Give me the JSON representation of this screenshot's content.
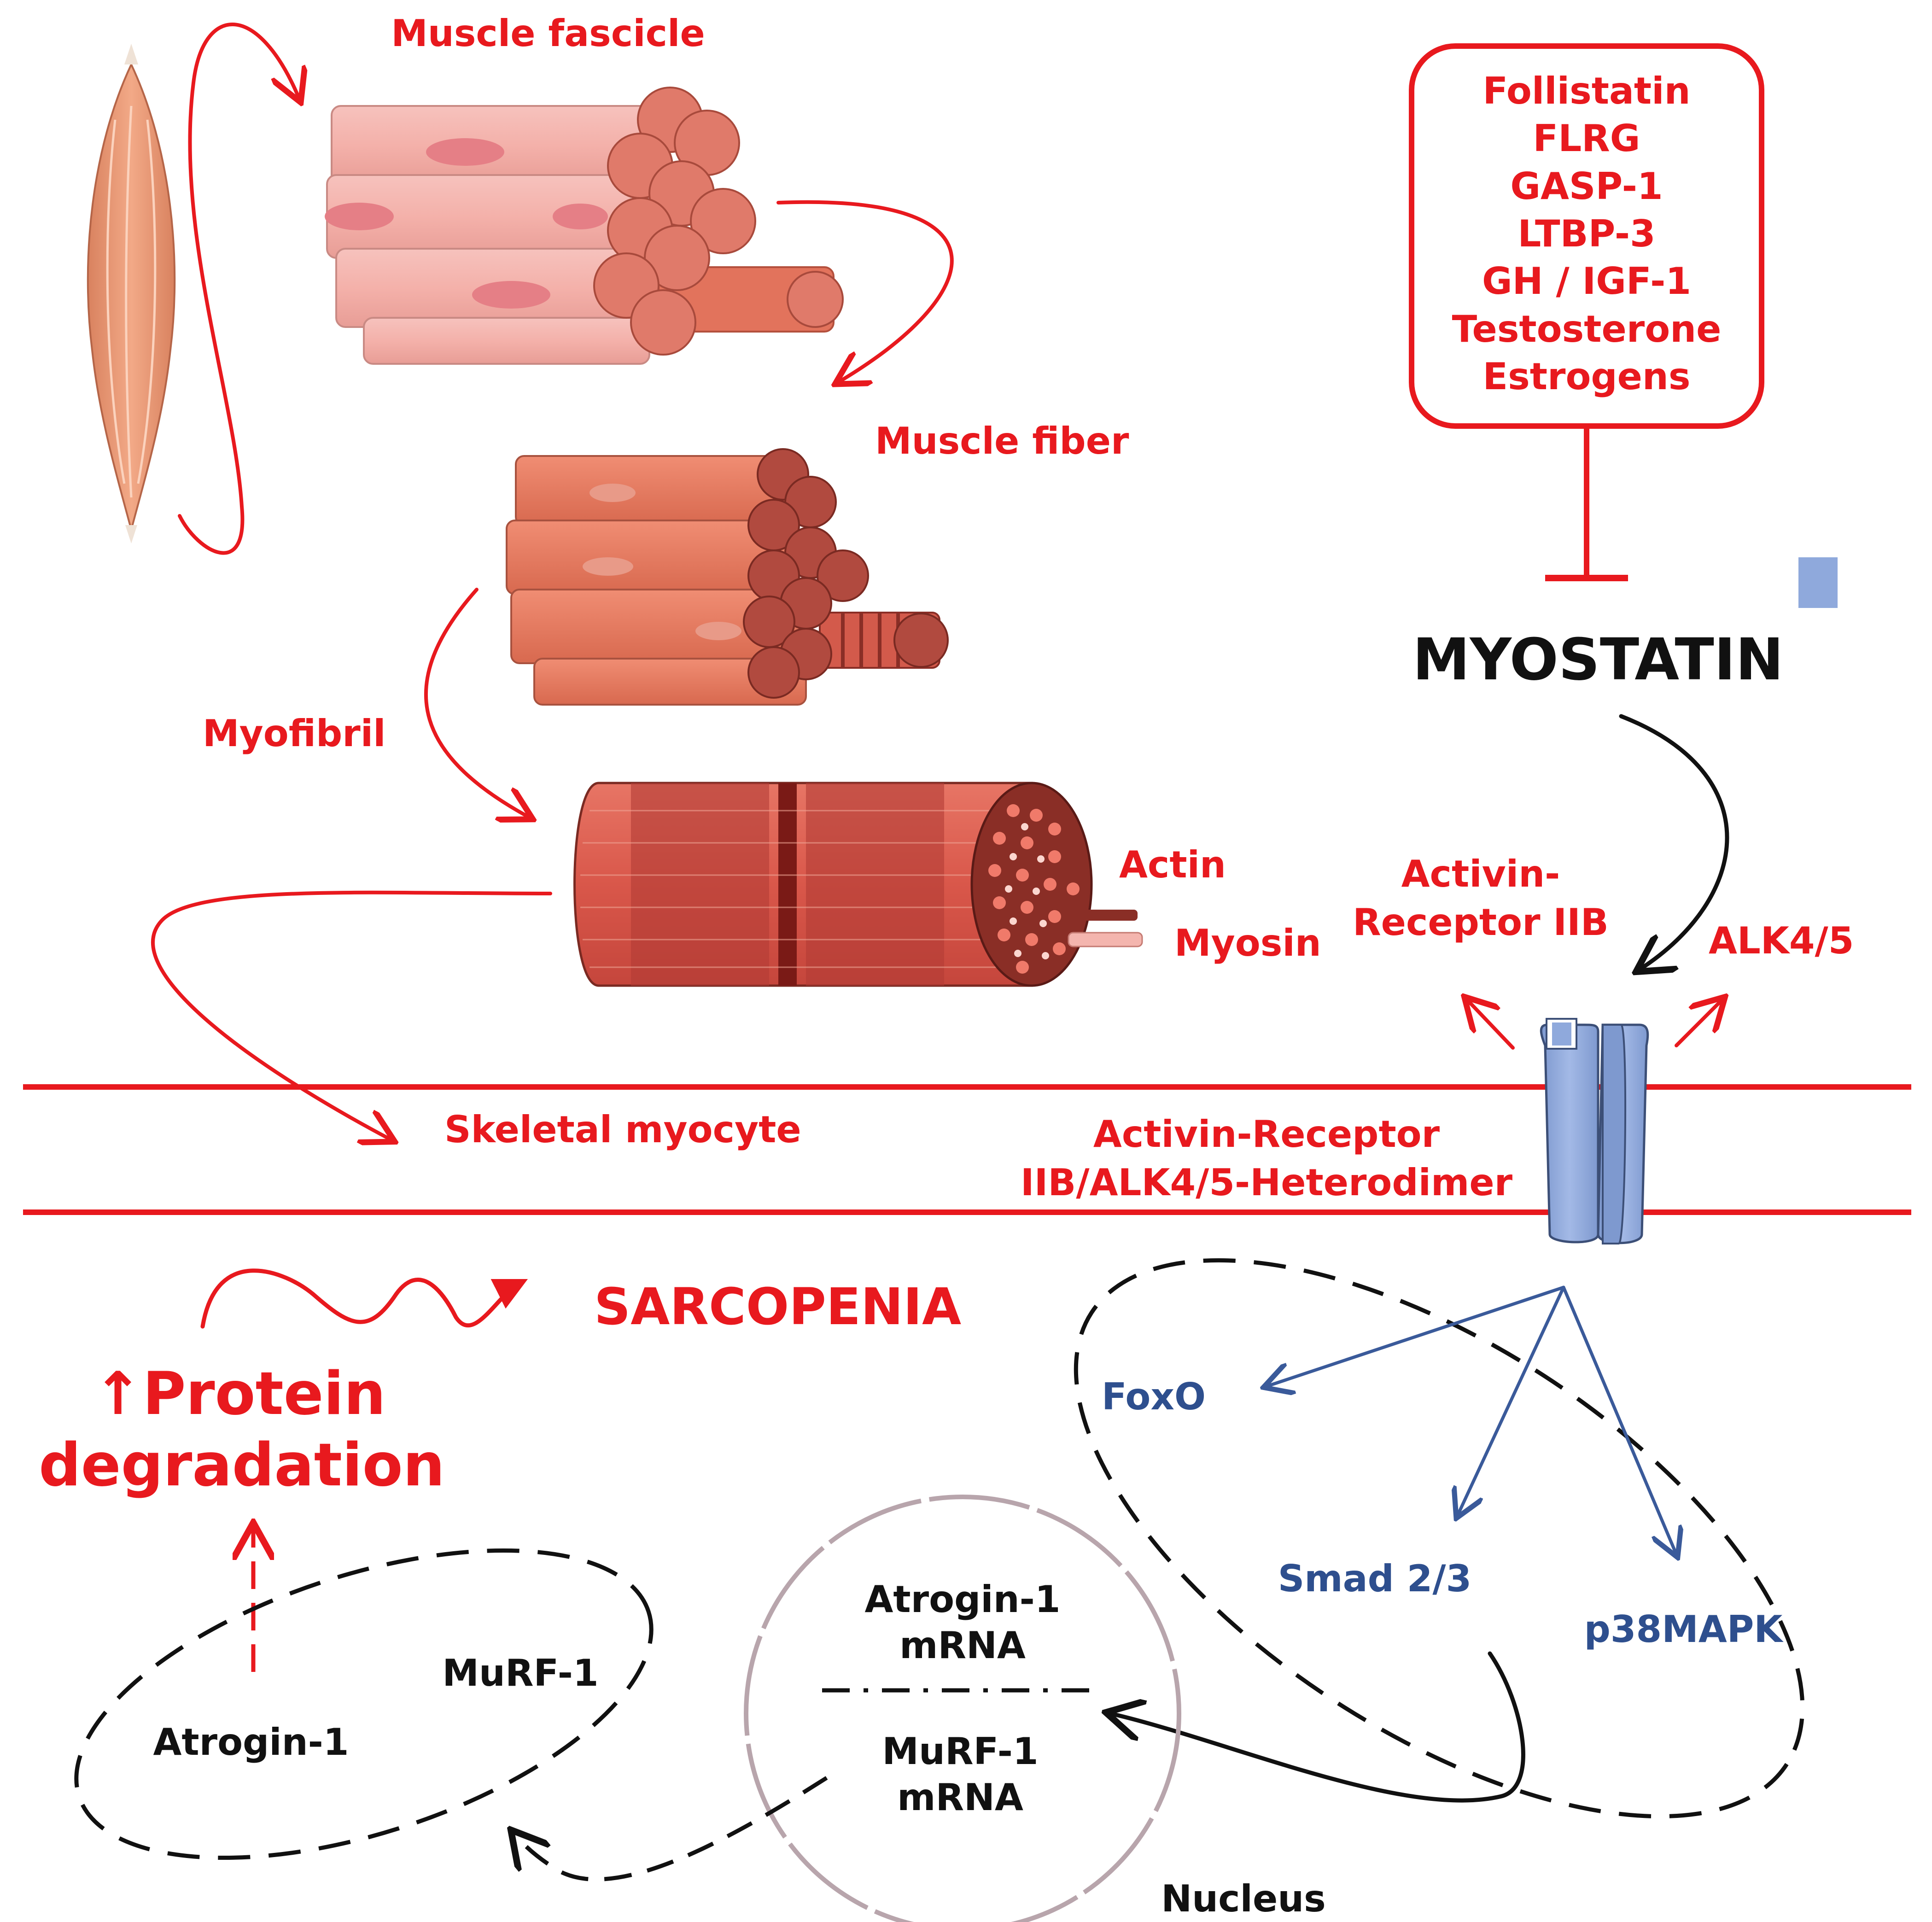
{
  "labels": {
    "muscle_fascicle": "Muscle fascicle",
    "muscle_fiber": "Muscle fiber",
    "myofibril": "Myofibril",
    "actin": "Actin",
    "myosin": "Myosin",
    "skeletal_myocyte": "Skeletal myocyte",
    "myostatin": "MYOSTATIN",
    "activin_receptor_iib_line1": "Activin-",
    "activin_receptor_iib_line2": "Receptor IIB",
    "alk45": "ALK4/5",
    "heterodimer_line1": "Activin-Receptor",
    "heterodimer_line2": "IIB/ALK4/5-Heterodimer",
    "sarcopenia": "SARCOPENIA",
    "protein_degradation_line1": "↑Protein",
    "protein_degradation_line2": "degradation",
    "foxo": "FoxO",
    "smad": "Smad 2/3",
    "p38mapk": "p38MAPK",
    "atrogin1_mrna_line1": "Atrogin-1",
    "atrogin1_mrna_line2": "mRNA",
    "murf1_mrna_line1": "MuRF-1",
    "murf1_mrna_line2": "mRNA",
    "murf1": "MuRF-1",
    "atrogin1": "Atrogin-1",
    "nucleus": "Nucleus"
  },
  "inhibitors": [
    "Follistatin",
    "FLRG",
    "GASP-1",
    "LTBP-3",
    "GH / IGF-1",
    "Testosterone",
    "Estrogens"
  ],
  "colors": {
    "red": "#e8191e",
    "blue_text": "#2e4f8e",
    "receptor_blue": "#8fa9dc",
    "black": "#111111"
  }
}
